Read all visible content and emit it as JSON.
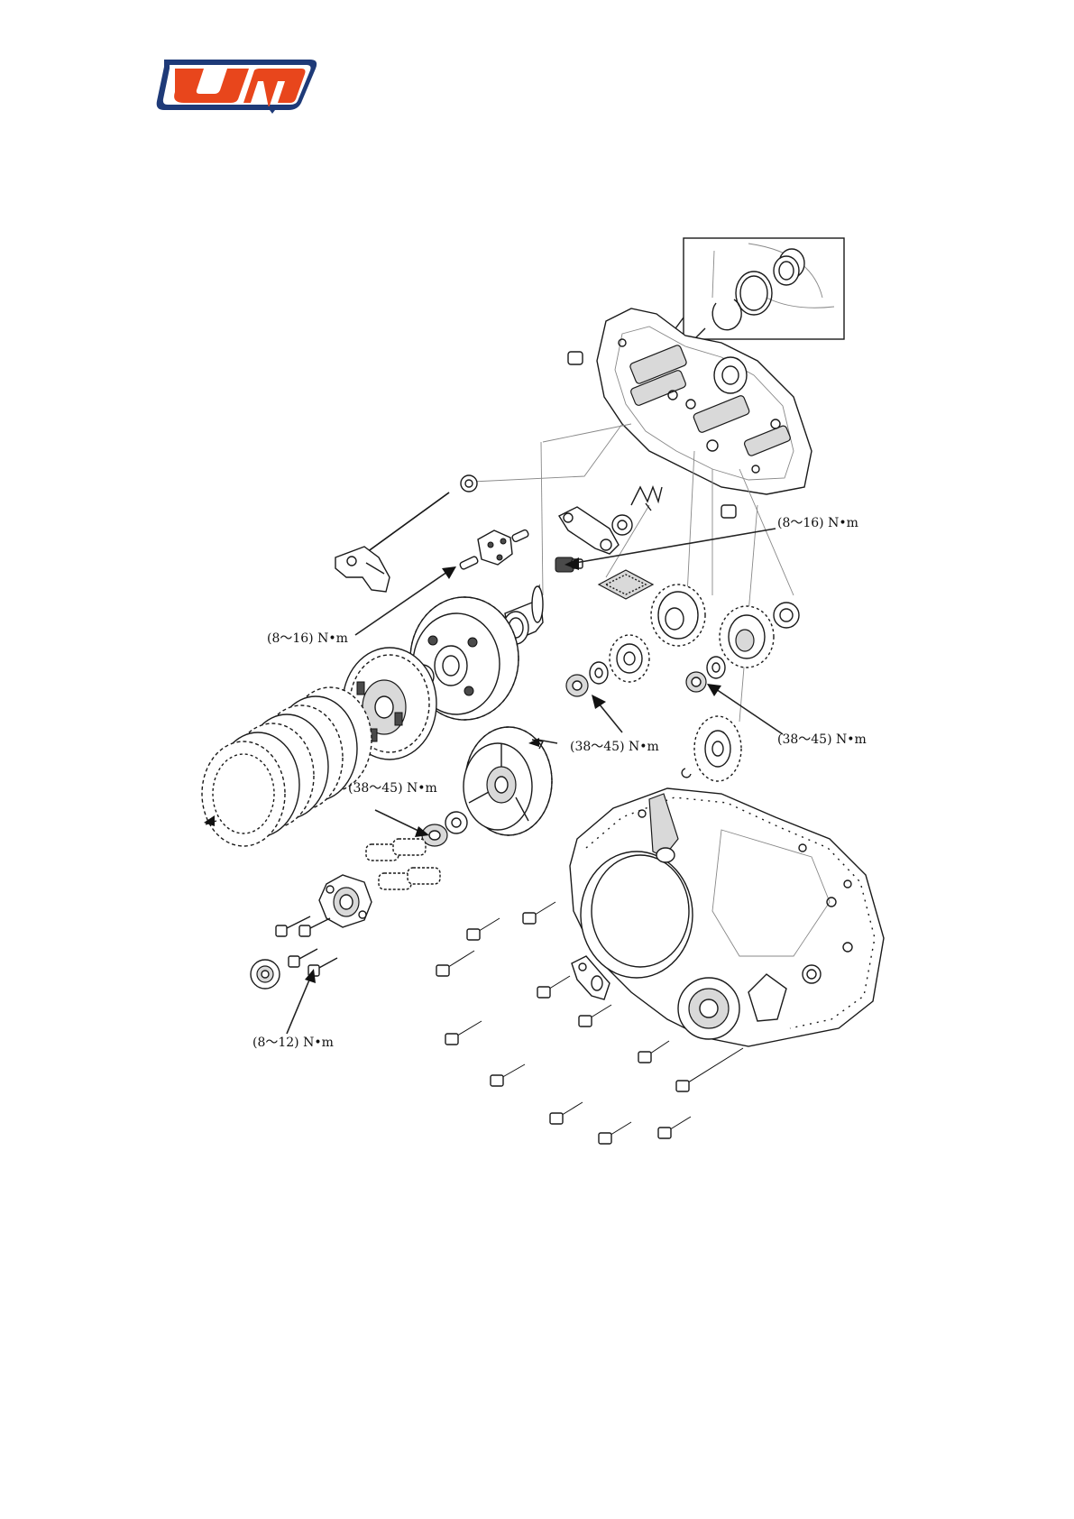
{
  "brand": {
    "logo_text": "UM",
    "colors": {
      "primary": "#e8461c",
      "outline": "#1e3a78"
    }
  },
  "torque_labels": [
    {
      "id": "shift-drum-bolt",
      "text": "(8～16) N•m"
    },
    {
      "id": "stopper-arm-bolt",
      "text": "(8～16) N•m"
    },
    {
      "id": "primary-gear-nut",
      "text": "(38～45) N•m"
    },
    {
      "id": "countershaft-gear-nut",
      "text": "(38～45) N•m"
    },
    {
      "id": "clutch-center-nut",
      "text": "(38～45) N•m"
    },
    {
      "id": "lifter-plate-bolt",
      "text": "(8～12) N•m"
    }
  ]
}
